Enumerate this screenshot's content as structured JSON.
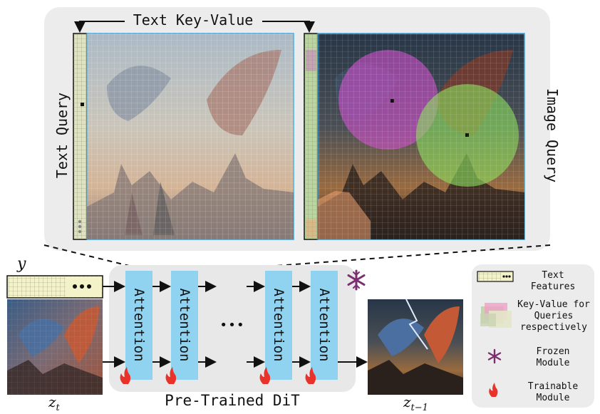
{
  "top_panel": {
    "header": "Text Key-Value",
    "left_label": "Text Query",
    "right_label": "Image Query"
  },
  "bottom": {
    "y_label": "y",
    "zt_label": "z",
    "zt_sub": "t",
    "zt1_label": "z",
    "zt1_sub": "t−1",
    "attention_label": "Attention",
    "ellipsis": "•••",
    "dit_label": "Pre-Trained DiT"
  },
  "legend": {
    "items": [
      {
        "label": [
          "Text",
          "Features"
        ],
        "icon": "text-feature-strip-icon"
      },
      {
        "label": [
          "Key-Value for",
          "Queries",
          "respectively"
        ],
        "icon": "stacked-colored-cards-icon"
      },
      {
        "label": [
          "Frozen",
          "Module"
        ],
        "icon": "snowflake-icon"
      },
      {
        "label": [
          "Trainable",
          "Module"
        ],
        "icon": "flame-icon"
      }
    ]
  },
  "colors": {
    "panel_bg": "#ececec",
    "attention_fill": "#8fd3f1",
    "text_strip": "#dfe3c2",
    "text_strip_right": "#b9d6a1",
    "magenta_mask": "#d34fd0",
    "green_mask": "#8be35a",
    "salmon_mask": "#f0a06d",
    "flame": "#e8322a",
    "snowflake": "#7a3070",
    "image_border": "#3aa0d8"
  }
}
